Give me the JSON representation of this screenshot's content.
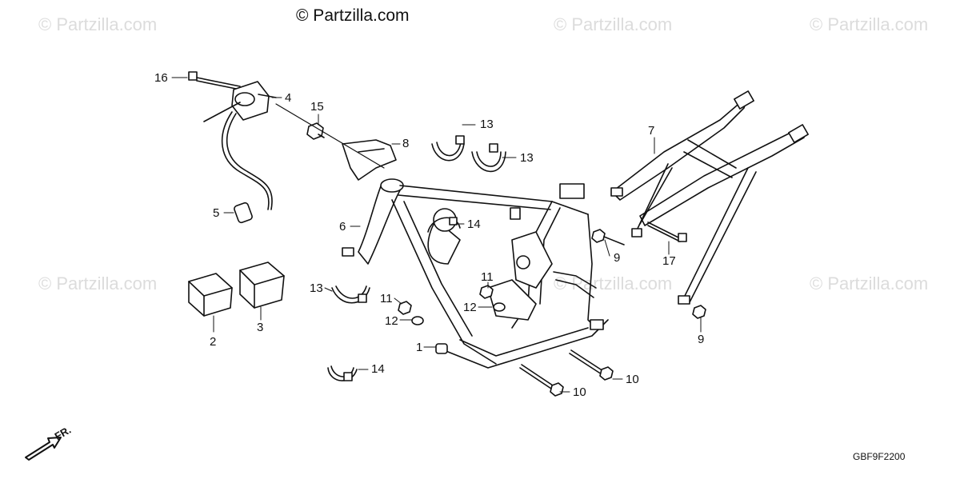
{
  "watermark_main": "© Partzilla.com",
  "watermark_faint": "© Partzilla.com",
  "diagram_code": "GBF9F2200",
  "front_label": "FR.",
  "callouts": [
    "16",
    "4",
    "15",
    "8",
    "13",
    "13",
    "7",
    "5",
    "6",
    "14",
    "9",
    "17",
    "13",
    "11",
    "12",
    "11",
    "12",
    "1",
    "14",
    "10",
    "10",
    "2",
    "3",
    "9"
  ]
}
